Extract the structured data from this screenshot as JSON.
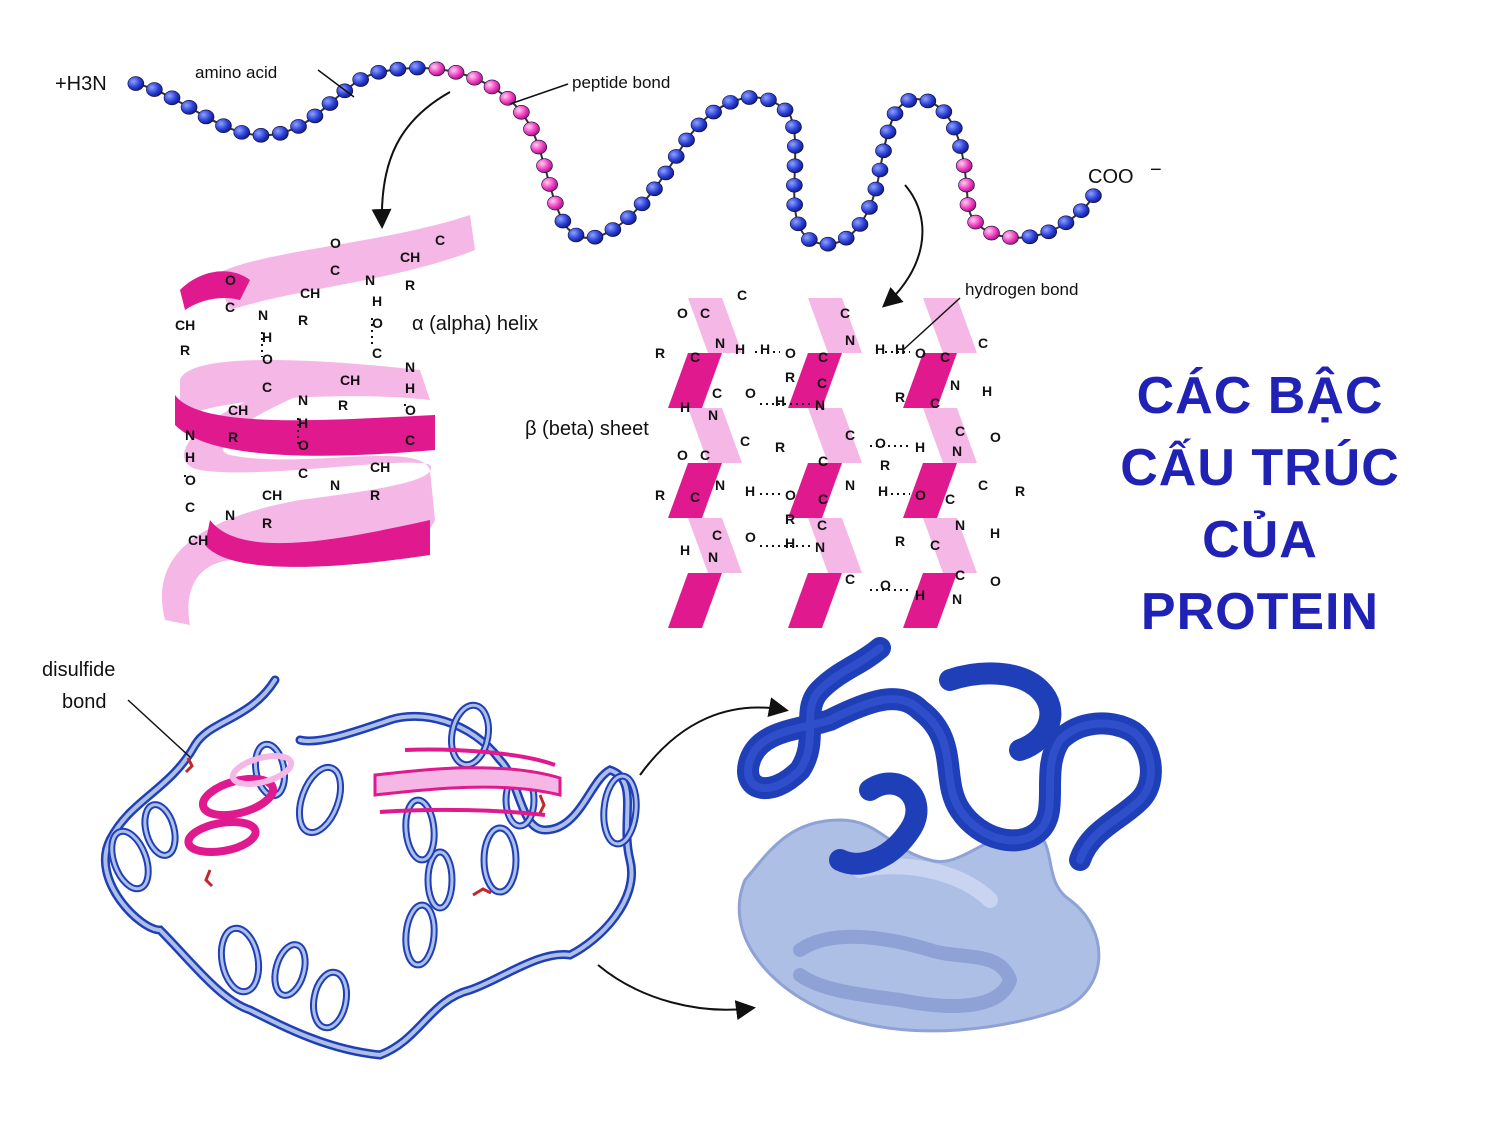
{
  "labels": {
    "n_terminus": "+H3N",
    "c_terminus": "COO",
    "amino_acid": "amino acid",
    "peptide_bond": "peptide bond",
    "alpha_helix": "α (alpha) helix",
    "beta_sheet": "β (beta) sheet",
    "hydrogen_bond": "hydrogen bond",
    "disulfide_bond_line1": "disulfide",
    "disulfide_bond_line2": "bond"
  },
  "chem_atoms": {
    "carbon": "C",
    "oxygen": "O",
    "nitrogen": "N",
    "hydrogen": "H",
    "ch": "CH",
    "r": "R",
    "hbond_dots": "⋯"
  },
  "title": {
    "line1": "CÁC BẬC",
    "line2": "CẤU TRÚC",
    "line3": "CỦA",
    "line4": "PROTEIN"
  },
  "colors": {
    "title": "#1f22b4",
    "bead_blue": "#2b3fd6",
    "bead_pink": "#f03cbf",
    "helix_dark": "#e0198f",
    "helix_light": "#f5b7e6",
    "ribbon_dark": "#1f3fb8",
    "ribbon_light": "#aebfe6",
    "disulfide": "#c0282d"
  },
  "icons": {
    "arrow": "curved-arrow-icon"
  }
}
